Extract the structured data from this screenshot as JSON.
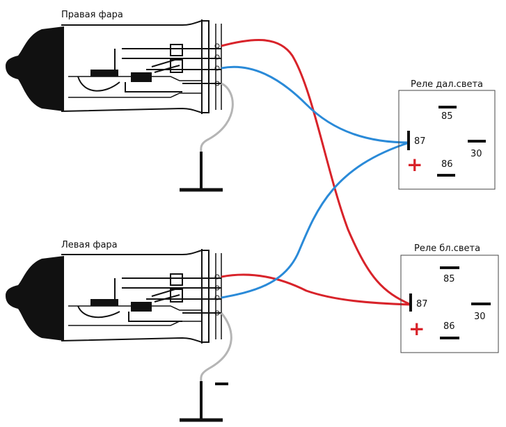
{
  "headlights": {
    "right": {
      "title": "Правая фара"
    },
    "left": {
      "title": "Левая фара"
    }
  },
  "relays": {
    "high_beam": {
      "title": "Реле дал.света",
      "pins": {
        "p85": "85",
        "p87": "87",
        "p30": "30",
        "p86": "86"
      },
      "plus": "+"
    },
    "low_beam": {
      "title": "Реле бл.света",
      "pins": {
        "p85": "85",
        "p87": "87",
        "p30": "30",
        "p86": "86"
      },
      "plus": "+"
    }
  },
  "wire_colors": {
    "red": "#d8232a",
    "blue": "#2a8ad8",
    "gray": "#b5b5b5",
    "ink": "#111111"
  }
}
